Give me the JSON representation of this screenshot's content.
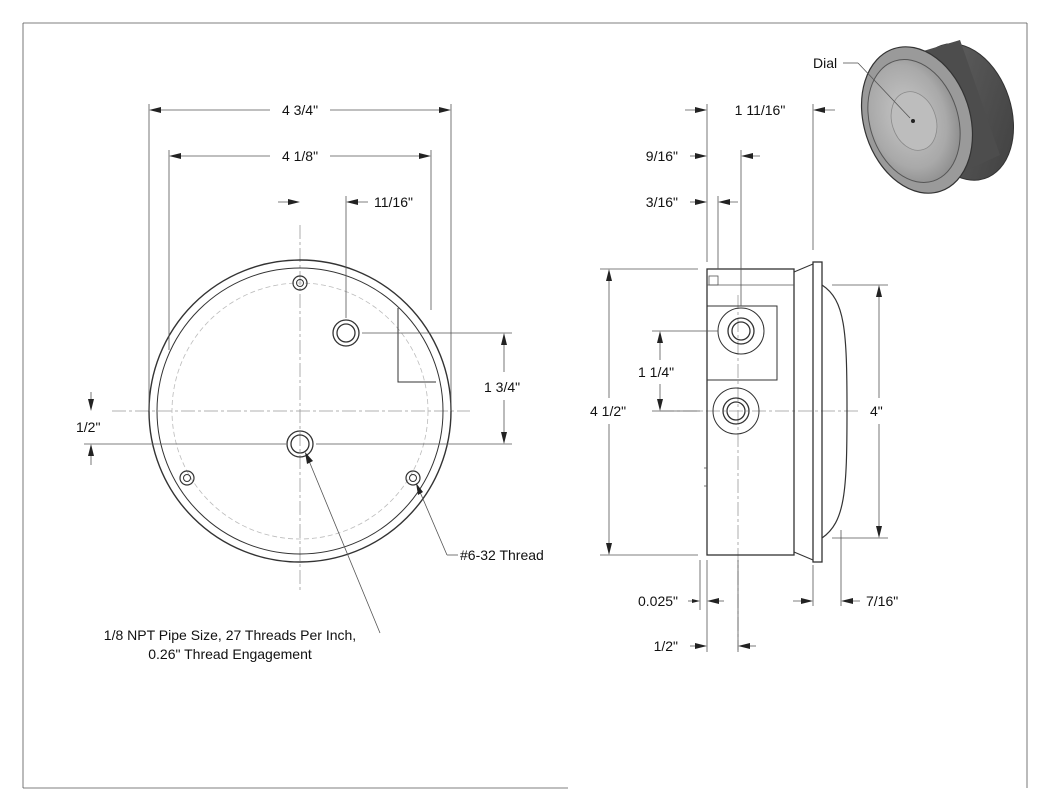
{
  "front_view": {
    "width_overall": "4 3/4\"",
    "width_inner": "4 1/8\"",
    "port_offset_x": "11/16\"",
    "port_offset_y": "1 3/4\"",
    "center_offset": "1/2\"",
    "screw_thread": "#6-32 Thread",
    "pipe_note_line1": "1/8 NPT Pipe Size, 27 Threads Per Inch,",
    "pipe_note_line2": "0.26\" Thread Engagement"
  },
  "side_view": {
    "depth_overall": "1 11/16\"",
    "port_depth": "9/16\"",
    "lip_depth": "3/16\"",
    "height_overall": "4 1/2\"",
    "port_spacing": "1 1/4\"",
    "dial_diameter": "4\"",
    "flange_thickness": "0.025\"",
    "bottom_port_depth": "1/2\"",
    "dome_depth": "7/16\""
  },
  "iso_view": {
    "callout": "Dial"
  },
  "colors": {
    "line": "#333333",
    "centerline": "#999999",
    "body_dark": "#5a5a5a",
    "body_light": "#b5b5b5"
  }
}
